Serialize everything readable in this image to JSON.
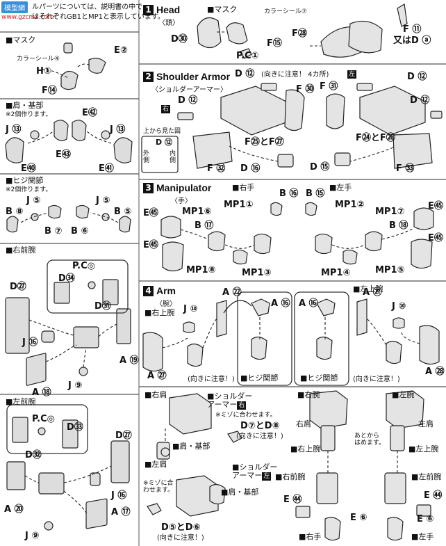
{
  "watermark": {
    "site": "模型網",
    "url": "www.gzcmx.com"
  },
  "top_note": "ルパーツについては、説明書の中で\nはそれぞれGB1とMP1と表示しています。",
  "left": {
    "mask_heading": "マスク",
    "color_seal": "カラーシール",
    "color_seal_num": "④",
    "mask_labels": {
      "e": "E②",
      "h": "H①",
      "f": "F⑭"
    },
    "shoulder_heading": "肩・基部",
    "shoulder_note": "※2個作ります。",
    "shoulder_labels": {
      "e42": "E㊷",
      "j13a": "J ⑬",
      "j13b": "J ⑬",
      "e43": "E㊸",
      "e40": "E㊵",
      "e41": "E㊶"
    },
    "elbow_heading": "ヒジ関節",
    "elbow_note": "※2個作ります。",
    "elbow_labels": {
      "j5a": "J ⑤",
      "j5b": "J ⑤",
      "b8": "B ⑧",
      "b5": "B ⑤",
      "b7": "B ⑦",
      "b6": "B ⑥"
    },
    "right_forearm_heading": "右前腕",
    "right_forearm_labels": {
      "pcd": "P.C◎",
      "d34": "D㉞",
      "d31": "D㉛",
      "d27": "D㉗",
      "j16": "J ⑯",
      "a19": "A ⑲",
      "j9": "J ⑨",
      "a18": "A ⑱"
    },
    "left_forearm_heading": "左前腕",
    "left_forearm_labels": {
      "pcd": "P.C◎",
      "d33": "D㉝",
      "d32": "D㉜",
      "d27": "D㉗",
      "j16": "J ⑯",
      "a20": "A ⑳",
      "a17": "A ⑰",
      "j9": "J ⑨"
    }
  },
  "sec1": {
    "num": "1",
    "title": "Head",
    "sub": "〈頭〉",
    "labels": {
      "mask": "マスク",
      "seal": "カラーシール",
      "seal_num": "⑦",
      "d30": "D㉚",
      "f15": "F⑮",
      "pc": "P.C①",
      "f28": "F㉘",
      "f11": "F ⑪",
      "or": "又はD ⓐ"
    }
  },
  "sec2": {
    "num": "2",
    "title": "Shoulder Armor",
    "sub": "〈ショルダーアーマー〉",
    "labels": {
      "d12a": "D ⑫",
      "caution": "(向きに注意！ 4カ所)",
      "left_mark": "左",
      "d12b": "D ⑫",
      "right_mark": "右",
      "d12c": "D ⑫",
      "f30": "F ㉚",
      "f31": "F ㉛",
      "d12d": "D ⑫",
      "view_title": "上から見た図",
      "view_d12": "D ⑫",
      "outer": "外\n側",
      "inner": "内\n側",
      "f25f27": "F㉕とF㉗",
      "f24f26": "F㉔とF㉖",
      "f32": "F ㉜",
      "d16a": "D ⑯",
      "d15": "D ⑮",
      "f33": "F ㉝"
    }
  },
  "sec3": {
    "num": "3",
    "title": "Manipulator",
    "sub": "〈手〉",
    "labels": {
      "right_hand": "右手",
      "left_hand": "左手",
      "b16": "B ⑯",
      "b15": "B ⑮",
      "mp1_1": "MP1①",
      "mp1_2": "MP1②",
      "mp1_6": "MP1⑥",
      "mp1_7": "MP1⑦",
      "e45a": "E㊺",
      "e45b": "E㊺",
      "e45c": "E㊺",
      "e45d": "E㊺",
      "b17": "B ⑰",
      "b18": "B ⑱",
      "mp1_8": "MP1⑧",
      "mp1_3": "MP1③",
      "mp1_4": "MP1④",
      "mp1_5": "MP1⑤"
    }
  },
  "sec4": {
    "num": "4",
    "title": "Arm",
    "sub": "〈腕〉",
    "labels": {
      "a22": "A ㉒",
      "right_upper": "右上腕",
      "left_upper": "左上腕",
      "a21": "A ㉑",
      "j10a": "J ⑩",
      "j10b": "J ⑩",
      "a16a": "A ⑯",
      "a16b": "A ⑯",
      "a27": "A ㉗",
      "a28": "A ㉘",
      "elbow1": "ヒジ関節",
      "elbow2": "ヒジ関節",
      "caution1": "(向きに注意！)",
      "caution2": "(向きに注意！)"
    }
  },
  "final": {
    "labels": {
      "right_shoulder": "右肩",
      "sa_right": "ショルダー\nアーマー",
      "sa_right_mark": "右",
      "dir_note": "※ミゾに合わせます。",
      "d7d8": "D⑦とD⑧",
      "caution": "(向きに注意！)",
      "base": "肩・基部",
      "left_shoulder": "左肩",
      "sa_left": "ショルダー\nアーマー",
      "sa_left_mark": "左",
      "dir_note2": "※ミゾに合\nわせます。",
      "base2": "肩・基部",
      "d5d6": "D⑤とD⑥",
      "caution2": "(向きに注意！)",
      "right_arm": "右腕",
      "left_arm": "左腕",
      "r_shoulder2": "右肩",
      "l_shoulder2": "左肩",
      "later": "あとから\nはめます。",
      "r_upper": "右上腕",
      "l_upper": "左上腕",
      "r_fore": "右前腕",
      "l_fore": "左前腕",
      "e44a": "E ㊹",
      "e44b": "E ㊹",
      "e6a": "E ⑥",
      "e6b": "E ⑥",
      "r_hand": "右手",
      "l_hand": "左手"
    }
  }
}
